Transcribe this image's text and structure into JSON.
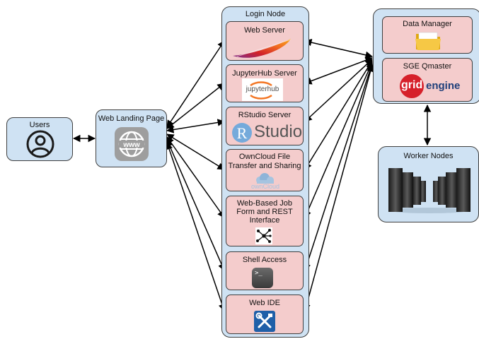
{
  "users": {
    "label": "Users",
    "icon": "user-circle-icon"
  },
  "landing": {
    "label": "Web Landing Page",
    "icon": "www-globe-icon"
  },
  "login_node": {
    "title": "Login Node",
    "services": [
      {
        "label": "Web Server",
        "icon": "apache-feather-icon"
      },
      {
        "label": "JupyterHub Server",
        "icon": "jupyterhub-logo-icon",
        "logo_text": "jupyterhub"
      },
      {
        "label": "RStudio Server",
        "icon": "rstudio-logo-icon",
        "logo_r": "R",
        "logo_text": "Studio"
      },
      {
        "label": "OwnCloud File Transfer and Sharing",
        "label_line1": "OwnCloud File",
        "label_line2": "Transfer and Sharing",
        "icon": "owncloud-logo-icon",
        "logo_text": "ownCloud"
      },
      {
        "label": "Web-Based Job Form and REST Interface",
        "label_line1": "Web-Based Job",
        "label_line2": "Form and REST",
        "label_line3": "Interface",
        "icon": "network-graph-icon"
      },
      {
        "label": "Shell Access",
        "icon": "terminal-icon",
        "logo_text": ">_"
      },
      {
        "label": "Web IDE",
        "icon": "tools-icon"
      }
    ]
  },
  "right_cluster": {
    "services": [
      {
        "label": "Data Manager",
        "icon": "folder-icon"
      },
      {
        "label": "SGE Qmaster",
        "icon": "gridengine-logo-icon",
        "logo_grid": "grid",
        "logo_engine": "engine"
      }
    ]
  },
  "workers": {
    "label": "Worker Nodes",
    "icon": "server-racks-icon"
  },
  "colors": {
    "container": "#cfe2f3",
    "service": "#f4cccc",
    "border": "#3f3f3f",
    "arrow": "#000000"
  }
}
